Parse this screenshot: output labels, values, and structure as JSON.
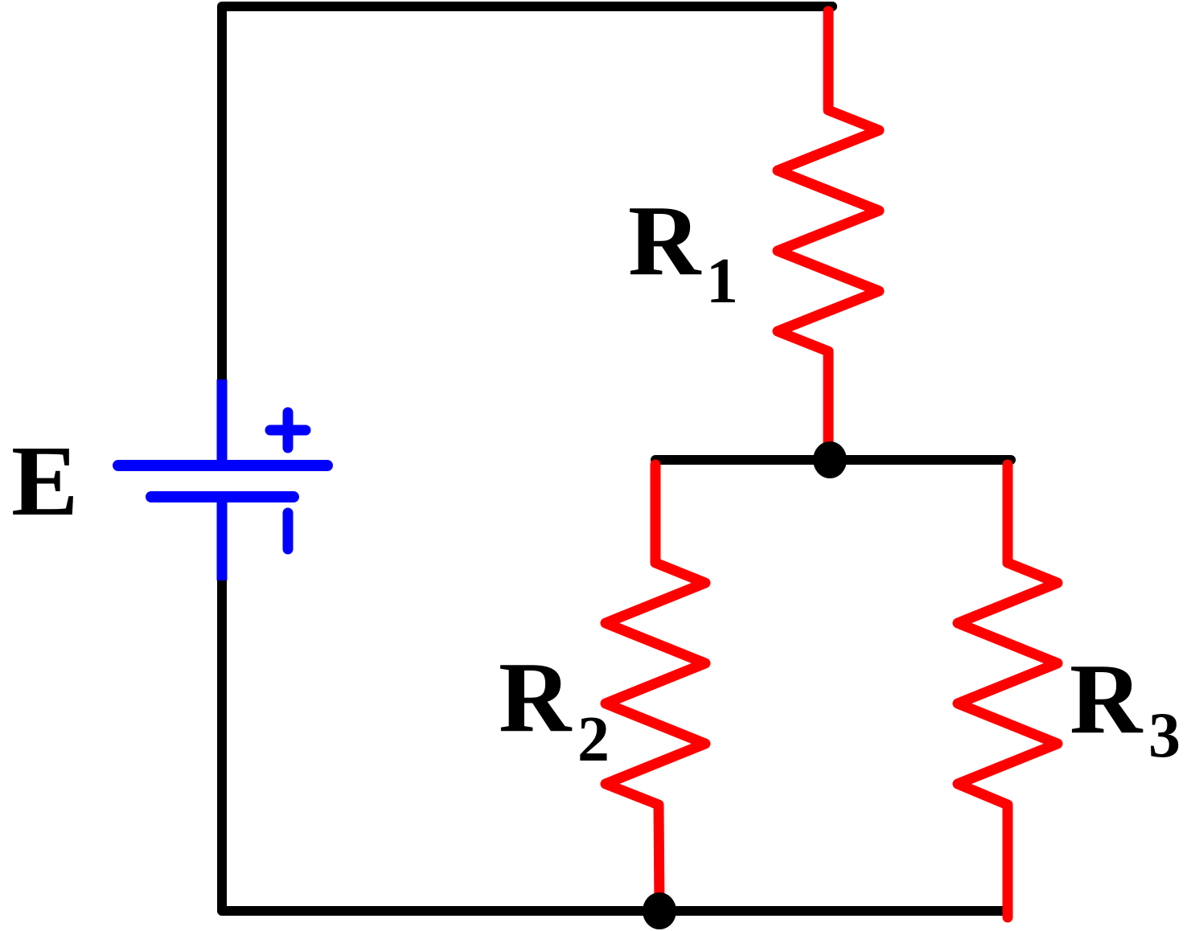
{
  "diagram": {
    "type": "circuit-schematic",
    "description": "DC source E feeding resistor R1 in series with the parallel combination of R2 and R3"
  },
  "colors": {
    "background": "#ffffff",
    "wire": "#000000",
    "resistor": "#ff0000",
    "battery": "#0000ff"
  },
  "labels": {
    "battery": {
      "base": "E"
    },
    "r1": {
      "base": "R",
      "sub": "1"
    },
    "r2": {
      "base": "R",
      "sub": "2"
    },
    "r3": {
      "base": "R",
      "sub": "3"
    }
  },
  "battery": {
    "plus": "+",
    "minus": "−"
  }
}
